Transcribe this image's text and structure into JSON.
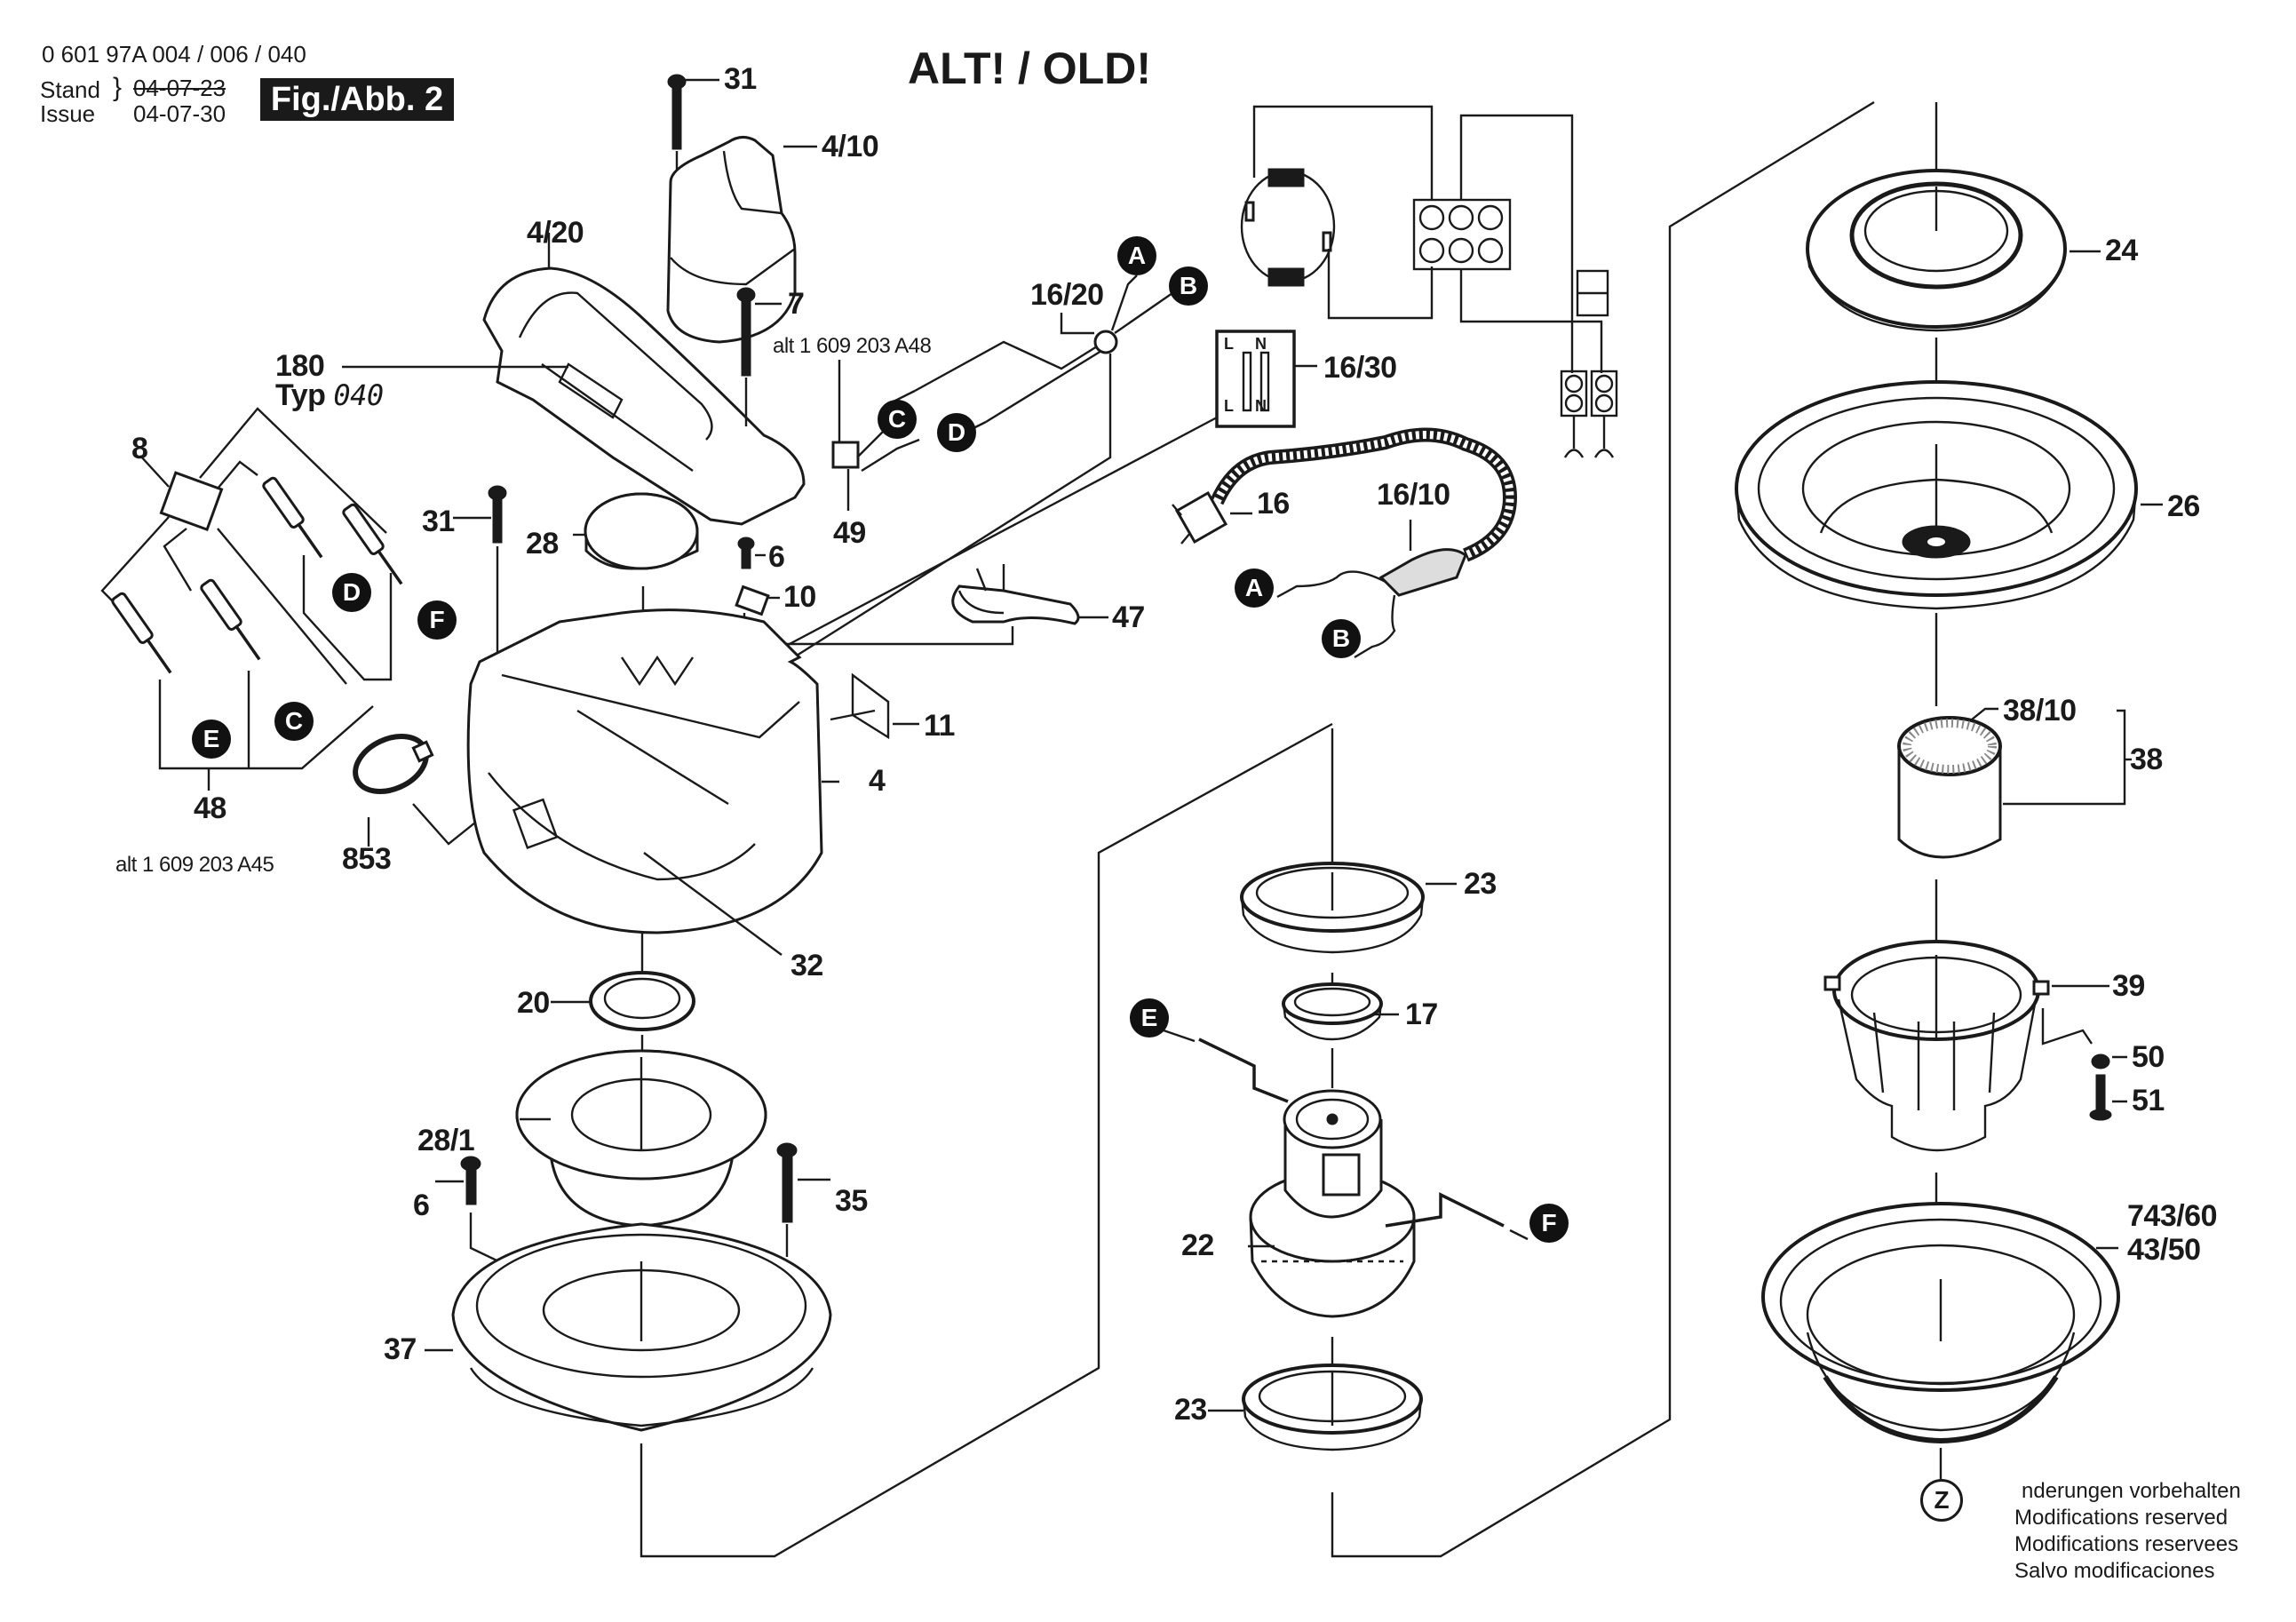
{
  "header": {
    "model_numbers": "0 601 97A 004 / 006 / 040",
    "stand_label": "Stand",
    "issue_label": "Issue",
    "stand_date_struck": "04-07-23",
    "issue_date": "04-07-30",
    "figure_label": "Fig./Abb. 2",
    "title": "ALT! / OLD!"
  },
  "parts": {
    "p31_top": "31",
    "p4_10": "4/10",
    "p4_20": "4/20",
    "p7": "7",
    "p180": "180",
    "p180_type_prefix": "Typ",
    "p180_type_value": "040",
    "alt_a48": "alt 1 609 203 A48",
    "p16_20": "16/20",
    "p16_30": "16/30",
    "p49": "49",
    "p16": "16",
    "p16_10": "16/10",
    "p8": "8",
    "p31_mid": "31",
    "p28": "28",
    "p6_top": "6",
    "p10": "10",
    "p47": "47",
    "p11": "11",
    "p4": "4",
    "p48": "48",
    "alt_a45": "alt 1 609 203 A45",
    "p853": "853",
    "p32": "32",
    "p20": "20",
    "p28_1": "28/1",
    "p6_bottom": "6",
    "p35": "35",
    "p37": "37",
    "p23_top": "23",
    "p17": "17",
    "p22": "22",
    "p23_bottom": "23",
    "p24": "24",
    "p26": "26",
    "p38_10": "38/10",
    "p38": "38",
    "p39": "39",
    "p50": "50",
    "p51": "51",
    "p743_60": "743/60",
    "p43_50": "43/50"
  },
  "connectors": {
    "A1": "A",
    "B1": "B",
    "C1": "C",
    "D1": "D",
    "D2": "D",
    "F1": "F",
    "E1": "E",
    "C2": "C",
    "A2": "A",
    "B2": "B",
    "E2": "E",
    "F2": "F",
    "Z": "Z"
  },
  "schematic": {
    "switch_top_left": "L",
    "switch_top_right": "N",
    "switch_bottom_left": "L",
    "switch_bottom_right": "N"
  },
  "notes": {
    "line1": "nderungen vorbehalten",
    "line2": "Modifications reserved",
    "line3": "Modifications reservees",
    "line4": "Salvo modificaciones"
  }
}
